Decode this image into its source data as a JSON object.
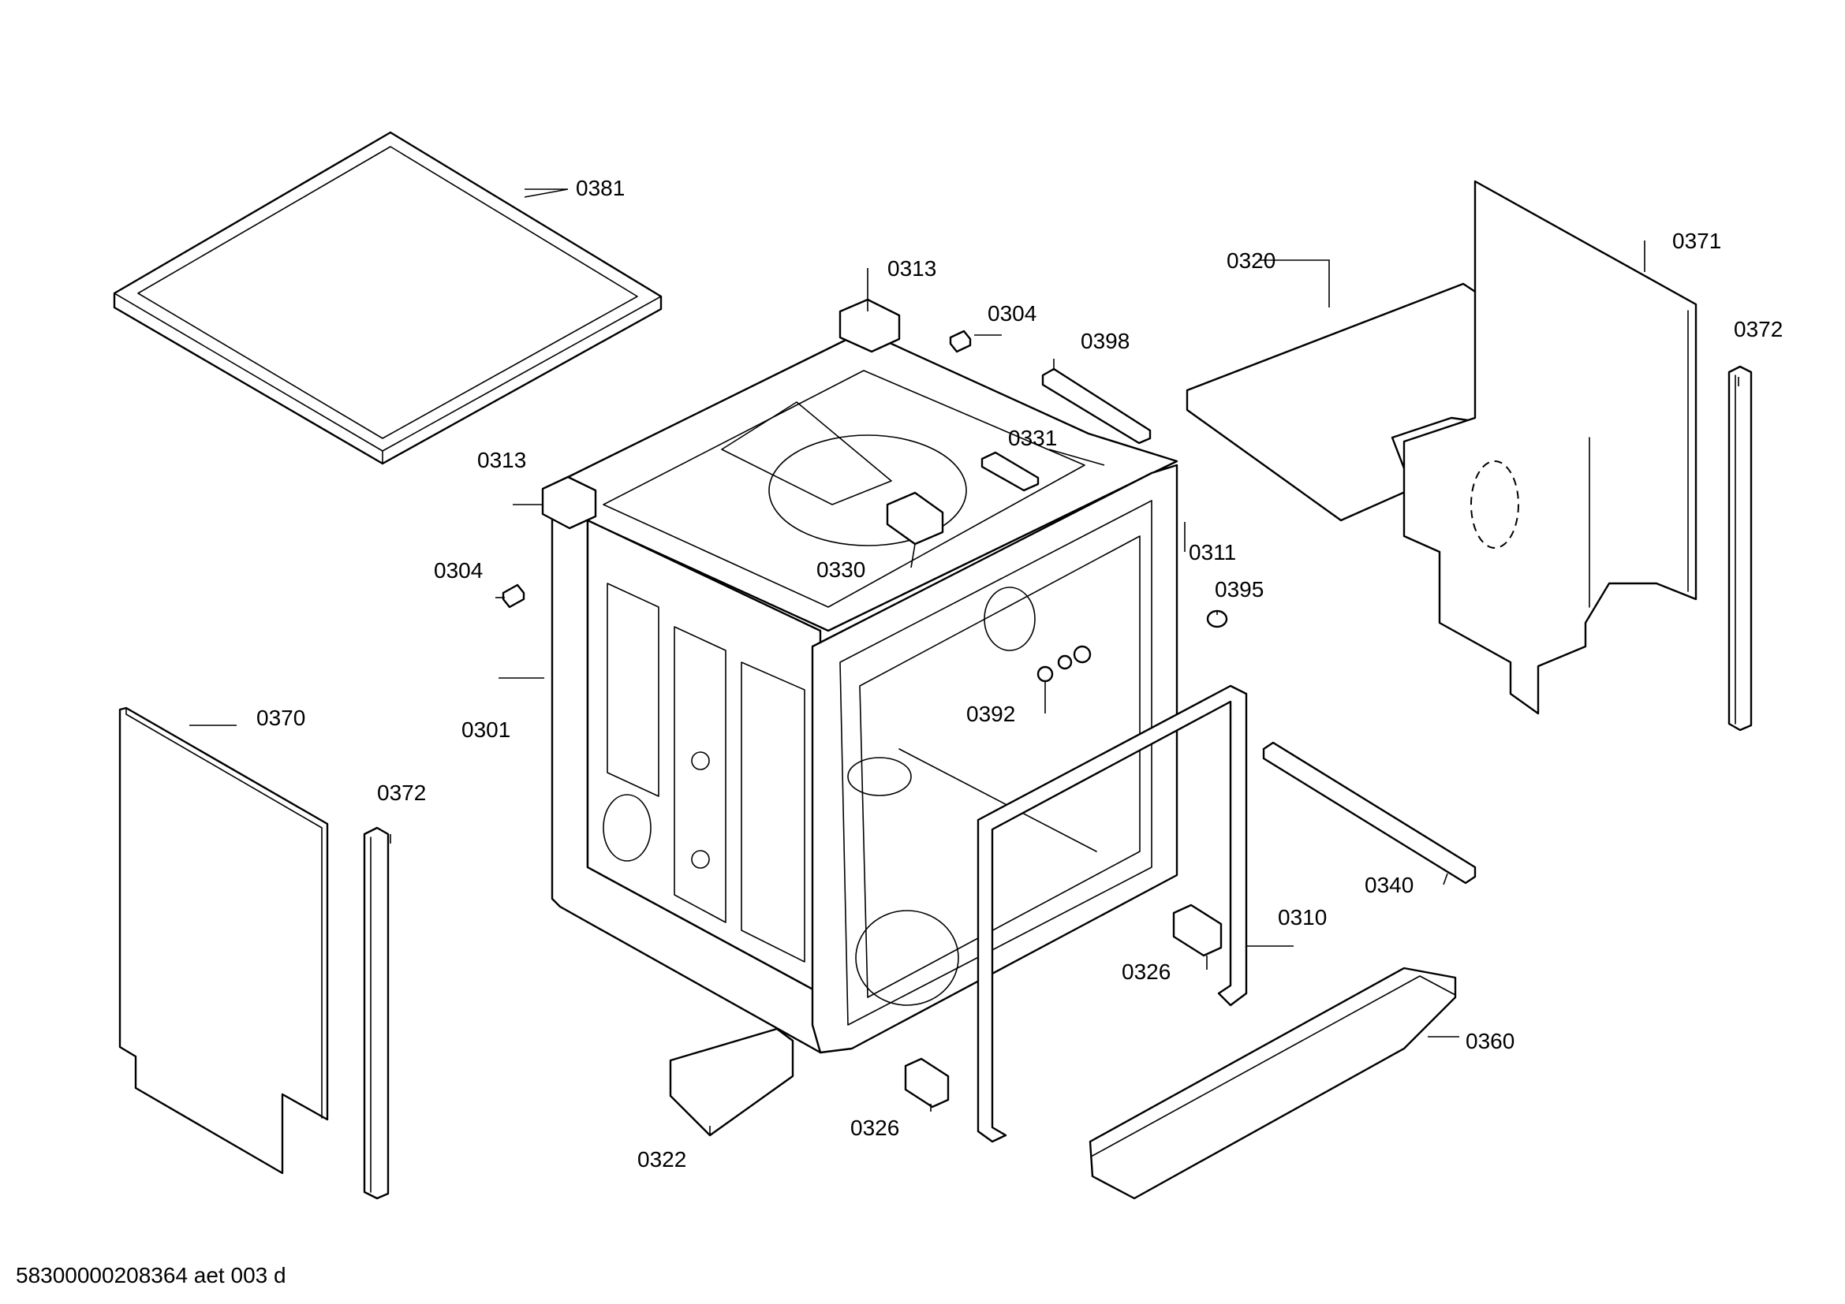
{
  "labels": {
    "p0381": "0381",
    "p0313_top": "0313",
    "p0313_left": "0313",
    "p0304_top": "0304",
    "p0304_left": "0304",
    "p0398": "0398",
    "p0331": "0331",
    "p0330": "0330",
    "p0320": "0320",
    "p0371": "0371",
    "p0372_right": "0372",
    "p0372_left": "0372",
    "p0311": "0311",
    "p0395": "0395",
    "p0392": "0392",
    "p0370": "0370",
    "p0301": "0301",
    "p0340": "0340",
    "p0310": "0310",
    "p0326_right": "0326",
    "p0326_bottom": "0326",
    "p0360": "0360",
    "p0322": "0322"
  },
  "footer": {
    "doc_id": "58300000208364 aet 003 d"
  }
}
